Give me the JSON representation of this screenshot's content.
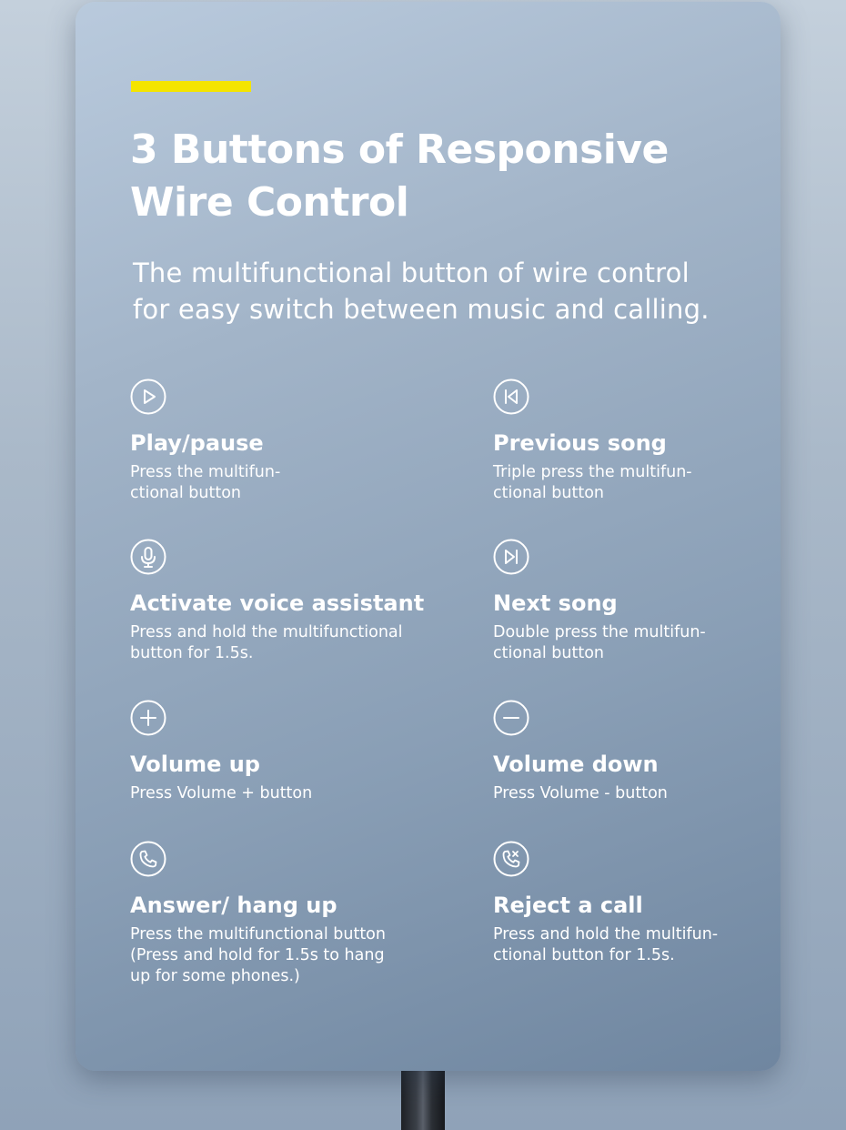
{
  "header": {
    "title_line1": "3 Buttons of Responsive",
    "title_line2": "Wire Control",
    "subtitle_line1": "The multifunctional button of wire control",
    "subtitle_line2": "for easy switch between music and calling."
  },
  "colors": {
    "accent": "#f4e400",
    "text": "#ffffff"
  },
  "features": [
    {
      "icon": "play-icon",
      "title": "Play/pause",
      "description": "Press the multifun-\nctional button"
    },
    {
      "icon": "previous-icon",
      "title": "Previous song",
      "description": "Triple press the multifun-\nctional button"
    },
    {
      "icon": "microphone-icon",
      "title": "Activate voice assistant",
      "description": "Press and hold the multifunctional\nbutton for 1.5s."
    },
    {
      "icon": "next-icon",
      "title": "Next song",
      "description": "Double press the multifun-\nctional button"
    },
    {
      "icon": "plus-icon",
      "title": "Volume up",
      "description": "Press Volume + button"
    },
    {
      "icon": "minus-icon",
      "title": "Volume down",
      "description": "Press Volume - button"
    },
    {
      "icon": "phone-icon",
      "title": "Answer/ hang up",
      "description": "Press the multifunctional button\n(Press and hold  for 1.5s to hang\nup for some phones.)"
    },
    {
      "icon": "phone-reject-icon",
      "title": "Reject a call",
      "description": "Press and hold the multifun-\nctional button for 1.5s."
    }
  ]
}
